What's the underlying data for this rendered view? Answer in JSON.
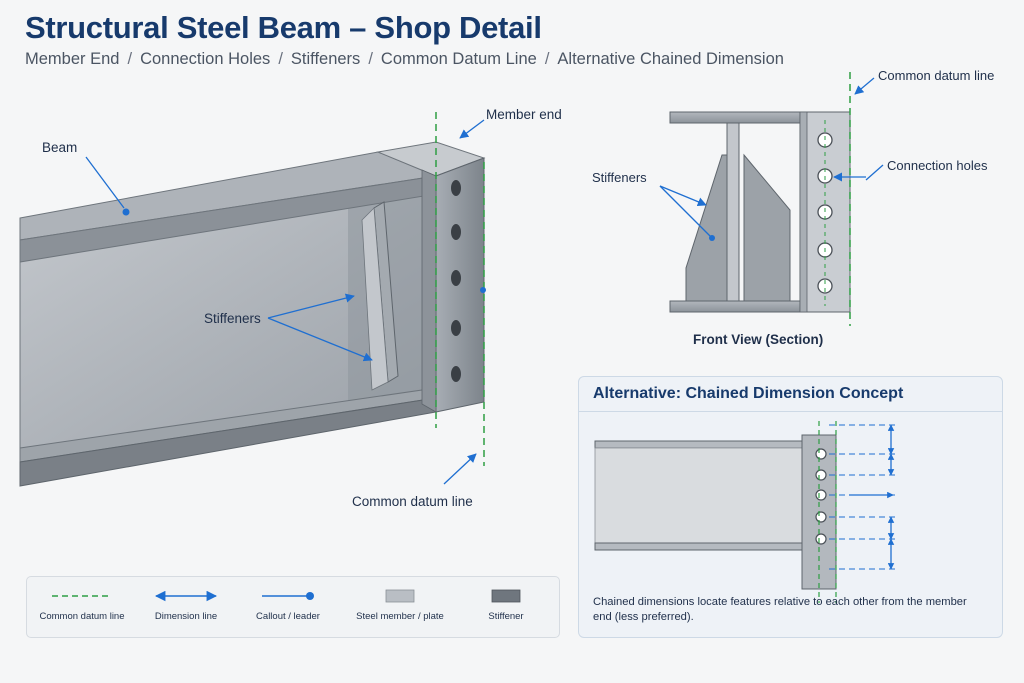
{
  "header": {
    "title": "Structural Steel Beam – Shop Detail",
    "breadcrumb": [
      "Member End",
      "Connection Holes",
      "Stiffeners",
      "Common Datum Line",
      "Alternative Chained Dimension"
    ]
  },
  "iso_view": {
    "beam_label": "Beam",
    "member_end_label": "Member end",
    "stiffeners_label": "Stiffeners",
    "datum_label": "Common datum line"
  },
  "front_view": {
    "caption": "Front View (Section)",
    "stiffeners_label": "Stiffeners",
    "holes_label": "Connection holes",
    "datum_label": "Common datum line",
    "hole_count": 5
  },
  "alternative": {
    "title": "Alternative: Chained Dimension Concept",
    "note": "Chained dimensions locate features relative to each other from the member end (less preferred)."
  },
  "legend": {
    "items": [
      {
        "label": "Common datum line",
        "symbol": "dashed-green-line"
      },
      {
        "label": "Dimension line",
        "symbol": "double-arrow-blue"
      },
      {
        "label": "Callout / leader",
        "symbol": "leader-dot-blue"
      },
      {
        "label": "Steel member / plate",
        "symbol": "light-gray-swatch"
      },
      {
        "label": "Stiffener",
        "symbol": "dark-gray-swatch"
      }
    ]
  },
  "colors": {
    "datum": "#2e9e44",
    "leader": "#1f6fd1",
    "steel_light": "#b9bec4",
    "steel_dark": "#6f767e",
    "title": "#173a6c"
  }
}
